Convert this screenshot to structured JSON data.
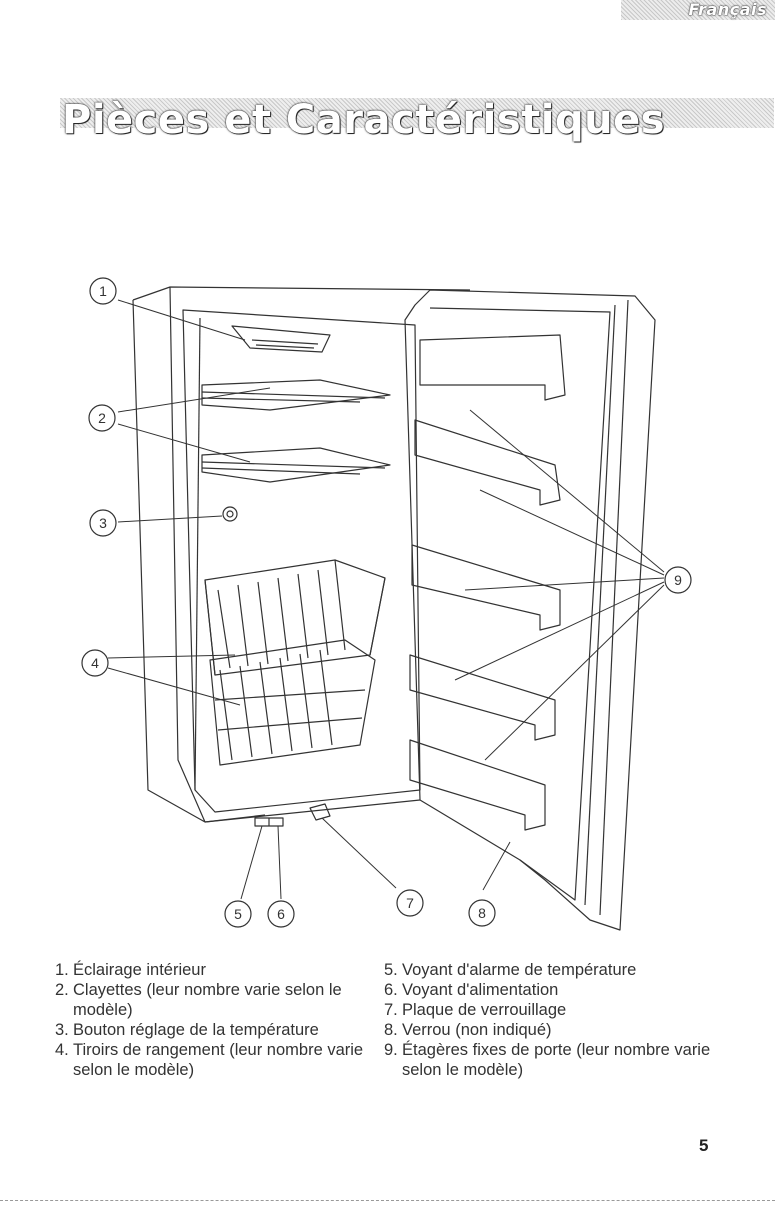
{
  "header": {
    "language_tab": "Français",
    "title": "Pièces et Caractéristiques"
  },
  "diagram": {
    "callouts": [
      "1",
      "2",
      "3",
      "4",
      "5",
      "6",
      "7",
      "8",
      "9"
    ]
  },
  "legend": {
    "items": [
      {
        "num": "1.",
        "text": "Éclairage intérieur"
      },
      {
        "num": "2.",
        "text": "Clayettes (leur nombre varie selon le modèle)"
      },
      {
        "num": "3.",
        "text": "Bouton réglage de la température"
      },
      {
        "num": "4.",
        "text": "Tiroirs de rangement (leur nombre varie selon le modèle)"
      },
      {
        "num": "5.",
        "text": "Voyant d'alarme de température"
      },
      {
        "num": "6.",
        "text": "Voyant d'alimentation"
      },
      {
        "num": "7.",
        "text": "Plaque de verrouillage"
      },
      {
        "num": "8.",
        "text": "Verrou (non indiqué)"
      },
      {
        "num": "9.",
        "text": "Étagères fixes de porte (leur nombre varie selon le modèle)"
      }
    ]
  },
  "footer": {
    "page_number": "5"
  }
}
